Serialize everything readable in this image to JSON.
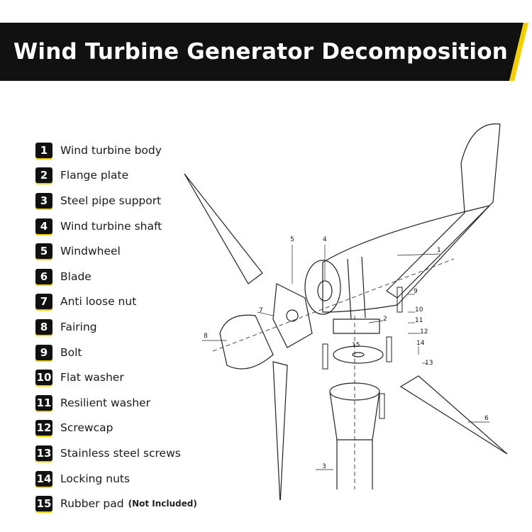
{
  "title": "Wind Turbine Generator Decomposition",
  "colors": {
    "banner": "#111111",
    "accent": "#f2cf00"
  },
  "parts": [
    {
      "num": "1",
      "label": "Wind turbine body"
    },
    {
      "num": "2",
      "label": "Flange plate"
    },
    {
      "num": "3",
      "label": "Steel pipe support"
    },
    {
      "num": "4",
      "label": "Wind turbine shaft"
    },
    {
      "num": "5",
      "label": "Windwheel"
    },
    {
      "num": "6",
      "label": "Blade"
    },
    {
      "num": "7",
      "label": "Anti loose nut"
    },
    {
      "num": "8",
      "label": "Fairing"
    },
    {
      "num": "9",
      "label": "Bolt"
    },
    {
      "num": "10",
      "label": "Flat washer"
    },
    {
      "num": "11",
      "label": "Resilient washer"
    },
    {
      "num": "12",
      "label": "Screwcap"
    },
    {
      "num": "13",
      "label": "Stainless steel screws"
    },
    {
      "num": "14",
      "label": "Locking nuts"
    },
    {
      "num": "15",
      "label": "Rubber pad",
      "note": "(Not Included)"
    }
  ]
}
